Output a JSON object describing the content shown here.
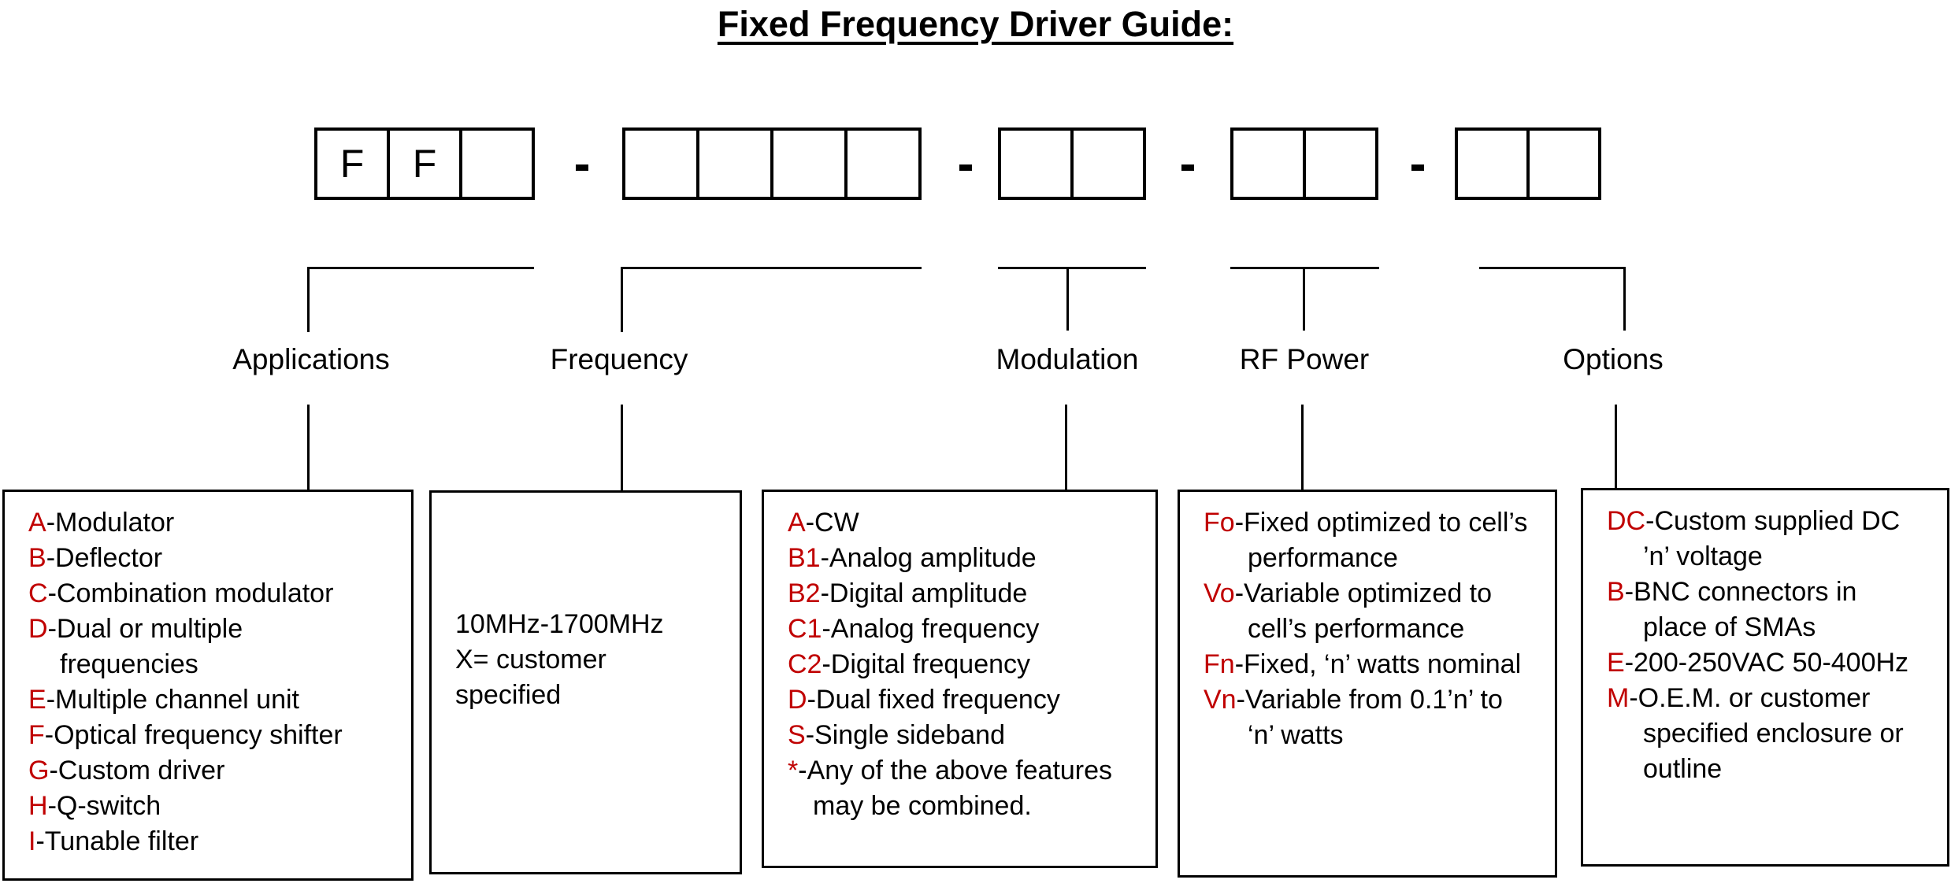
{
  "title": "Fixed Frequency Driver Guide:",
  "item_separator": "-",
  "colors": {
    "code_red": "#c00000",
    "line_black": "#000000",
    "background": "#ffffff"
  },
  "part_number": {
    "separator": "-",
    "groups": [
      {
        "name": "applications",
        "cells": [
          "F",
          "F",
          ""
        ]
      },
      {
        "name": "frequency",
        "cells": [
          "",
          "",
          "",
          ""
        ]
      },
      {
        "name": "modulation",
        "cells": [
          "",
          ""
        ]
      },
      {
        "name": "rf-power",
        "cells": [
          "",
          ""
        ]
      },
      {
        "name": "options",
        "cells": [
          "",
          ""
        ]
      }
    ]
  },
  "categories": [
    {
      "label": "Applications",
      "items": [
        {
          "code": "A",
          "text": "Modulator"
        },
        {
          "code": "B",
          "text": "Deflector"
        },
        {
          "code": "C",
          "text": "Combination modulator"
        },
        {
          "code": "D",
          "text": "Dual or multiple\nfrequencies"
        },
        {
          "code": "E",
          "text": "Multiple channel unit"
        },
        {
          "code": "F",
          "text": "Optical frequency shifter"
        },
        {
          "code": "G",
          "text": "Custom driver"
        },
        {
          "code": "H",
          "text": "Q-switch"
        },
        {
          "code": "I",
          "text": "Tunable filter"
        }
      ]
    },
    {
      "label": "Frequency",
      "note": "10MHz-1700MHz\nX= customer\nspecified"
    },
    {
      "label": "Modulation",
      "items": [
        {
          "code": "A",
          "text": "CW"
        },
        {
          "code": "B1",
          "text": "Analog amplitude"
        },
        {
          "code": "B2",
          "text": "Digital amplitude"
        },
        {
          "code": "C1",
          "text": "Analog frequency"
        },
        {
          "code": "C2",
          "text": "Digital frequency"
        },
        {
          "code": "D",
          "text": "Dual fixed frequency"
        },
        {
          "code": "S",
          "text": "Single sideband"
        },
        {
          "code": "*",
          "text": "Any of the above features\nmay be combined."
        }
      ]
    },
    {
      "label": "RF Power",
      "items": [
        {
          "code": "Fo",
          "text": "Fixed optimized to cell’s\nperformance"
        },
        {
          "code": "Vo",
          "text": "Variable optimized to\ncell’s performance"
        },
        {
          "code": "Fn",
          "text": "Fixed, ‘n’ watts nominal"
        },
        {
          "code": "Vn",
          "text": "Variable from 0.1’n’ to\n‘n’ watts"
        }
      ]
    },
    {
      "label": "Options",
      "items": [
        {
          "code": "DC",
          "text": "Custom supplied DC\n’n’ voltage"
        },
        {
          "code": "B",
          "text": "BNC connectors in\nplace of SMAs"
        },
        {
          "code": "E",
          "text": "200-250VAC 50-400Hz"
        },
        {
          "code": "M",
          "text": "O.E.M. or customer\nspecified enclosure or\noutline"
        }
      ]
    }
  ]
}
